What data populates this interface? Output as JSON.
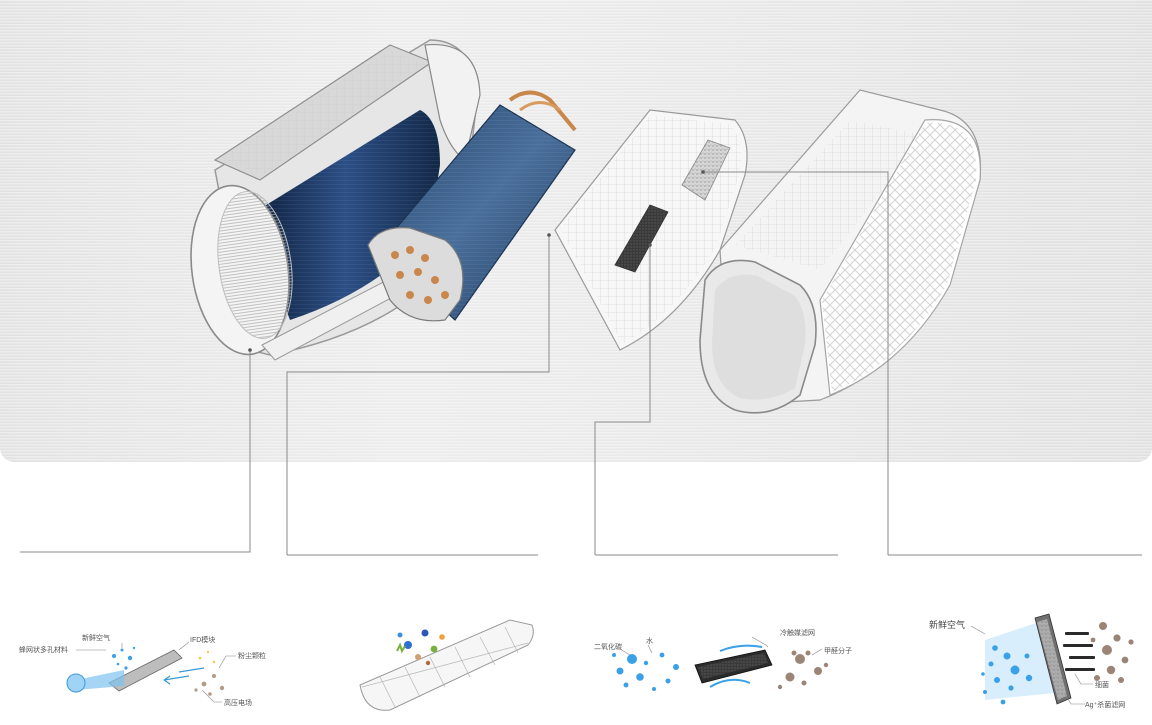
{
  "tiles": {
    "ifd": {
      "fresh_air": "新鲜空气",
      "honeycomb": "蜂网状多孔材料",
      "module": "IFD模块",
      "dust": "粉尘颗粒",
      "electrode": "高压电场"
    },
    "cold_catalyst": {
      "co2": "二氧化碳",
      "water": "水",
      "filter": "冷触媒滤网",
      "formaldehyde": "甲醛分子"
    },
    "silver": {
      "fresh_air": "新鲜空气",
      "bacteria": "细菌",
      "filter": "Ag⁺杀菌滤网"
    }
  },
  "colors": {
    "leader": "#8a8a8a",
    "evaporator_blue": "#2d4f7a",
    "copper": "#c9874c",
    "bubble_blue": "#3aa0e8",
    "particle_brown": "#9b8577"
  }
}
